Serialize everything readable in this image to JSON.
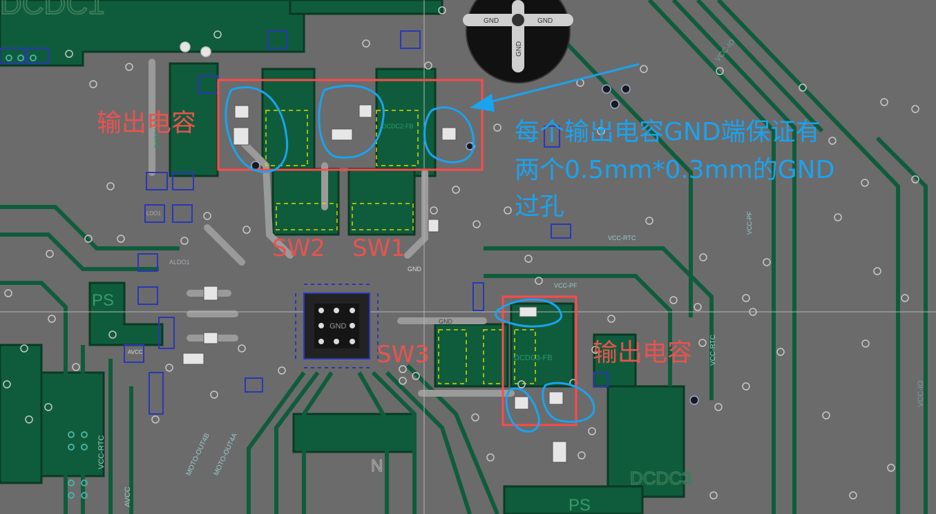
{
  "colors": {
    "board": "#6b6b6b",
    "copper": "#0f5c3c",
    "copper_edge": "#0a3a24",
    "trace_light": "#9a9a9a",
    "pad_outline": "#2a36b8",
    "silkscreen": "#d8d800",
    "annotation_red": "#e8534f",
    "annotation_blue": "#1aa3ef",
    "box_red": "#ff4a4a"
  },
  "board_labels": {
    "dcdc1": "DCDC1",
    "gnd_top_left": "GND",
    "gnd_top_right": "GND",
    "gnd_vertical": "GND",
    "vcc_io_right": "VCC-IO",
    "vcc_io_far": "VCC-IO",
    "vcc_pf": "VCC-PF",
    "vcc_pf_right": "VCC-PF",
    "vcc_rtc": "VCC-RTC",
    "vcc_rtc_right": "VCC-RTC",
    "vcc_rtc_left": "VCC-RTC",
    "ps_left": "PS",
    "ps_bottom": "PS",
    "avcc": "AVCC",
    "avcc_small": "AVCC",
    "ldo1": "LDO1",
    "aldo1": "ALDO1",
    "gnd_mid": "GND",
    "gnd_chip": "GND",
    "gnd_near_sw3": "GND",
    "moto_out4b": "MOTO-OUT4B",
    "moto_out4a": "MOTO-OUT4A",
    "dcdc3_fb": "DCDC3-FB",
    "dcdc3": "DCDC3",
    "dcdc2_fb": "DCDC2-FB",
    "dcdc1_fb": "DCDC1-FB",
    "n_label": "N"
  },
  "annotations": {
    "output_cap_top_left": "输出电容",
    "output_cap_right": "输出电容",
    "sw1": "SW1",
    "sw2": "SW2",
    "sw3": "SW3",
    "note_line1": "每个输出电容GND端保证有",
    "note_line2": "两个0.5mm*0.3mm的GND",
    "note_line3": "过孔"
  }
}
